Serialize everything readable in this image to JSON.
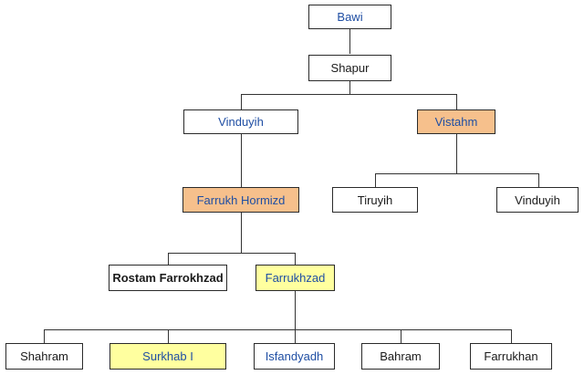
{
  "tree": {
    "colors": {
      "link_text": "#1f4ea3",
      "highlight_orange": "#f6c08c",
      "highlight_yellow": "#ffff9f",
      "border": "#2a2a2a"
    },
    "nodes": {
      "bawi": {
        "label": "Bawi",
        "style": "link"
      },
      "shapur": {
        "label": "Shapur",
        "style": "plain"
      },
      "vinduyih_1": {
        "label": "Vinduyih",
        "style": "link"
      },
      "vistahm": {
        "label": "Vistahm",
        "style": "link-orange"
      },
      "farrukh_hormizd": {
        "label": "Farrukh Hormizd",
        "style": "link-orange"
      },
      "tiruyih": {
        "label": "Tiruyih",
        "style": "plain"
      },
      "vinduyih_2": {
        "label": "Vinduyih",
        "style": "plain"
      },
      "rostam_farrokhzad": {
        "label": "Rostam Farrokhzad",
        "style": "bold"
      },
      "farrukhzad": {
        "label": "Farrukhzad",
        "style": "link-yellow"
      },
      "shahram": {
        "label": "Shahram",
        "style": "plain"
      },
      "surkhab_i": {
        "label": "Surkhab I",
        "style": "link-yellow"
      },
      "isfandyadh": {
        "label": "Isfandyadh",
        "style": "link"
      },
      "bahram": {
        "label": "Bahram",
        "style": "plain"
      },
      "farrukhan": {
        "label": "Farrukhan",
        "style": "plain"
      }
    }
  }
}
